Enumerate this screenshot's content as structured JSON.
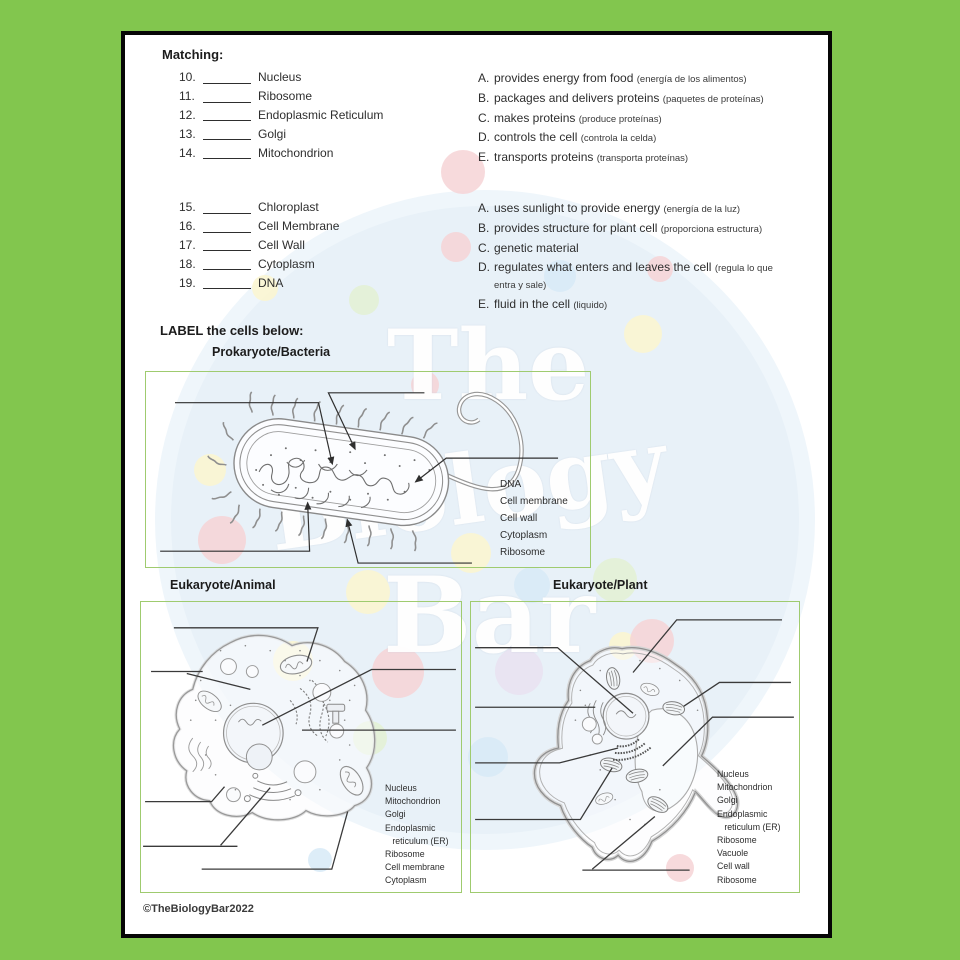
{
  "colors": {
    "background_green": "#82c64e",
    "page_border": "#060606",
    "box_border": "#9fcb6f",
    "text": "#2e2e2e",
    "watermark_circle": "#e8f1f8",
    "watermark_dot_pink": "#f6d3d6",
    "watermark_dot_yellow": "#fbf6cf",
    "watermark_dot_green": "#e3f1d4",
    "watermark_dot_blue": "#d7eaf7",
    "watermark_dot_lavender": "#e9e2f1"
  },
  "watermark": {
    "line1": "The",
    "line2": "Biology",
    "line3": "Bar"
  },
  "matching": {
    "title": "Matching:",
    "block1": {
      "items": [
        {
          "num": "10.",
          "term": "Nucleus"
        },
        {
          "num": "11.",
          "term": "Ribosome"
        },
        {
          "num": "12.",
          "term": "Endoplasmic Reticulum"
        },
        {
          "num": "13.",
          "term": "Golgi"
        },
        {
          "num": "14.",
          "term": "Mitochondrion"
        }
      ],
      "options": [
        {
          "letter": "A.",
          "text": "provides energy from food",
          "spanish": "(energía de los alimentos)"
        },
        {
          "letter": "B.",
          "text": "packages and delivers proteins",
          "spanish": "(paquetes de proteínas)"
        },
        {
          "letter": "C.",
          "text": "makes proteins",
          "spanish": "(produce proteínas)"
        },
        {
          "letter": "D.",
          "text": "controls the cell",
          "spanish": "(controla la celda)"
        },
        {
          "letter": "E.",
          "text": "transports proteins",
          "spanish": "(transporta proteínas)"
        }
      ]
    },
    "block2": {
      "items": [
        {
          "num": "15.",
          "term": "Chloroplast"
        },
        {
          "num": "16.",
          "term": "Cell Membrane"
        },
        {
          "num": "17.",
          "term": "Cell Wall"
        },
        {
          "num": "18.",
          "term": "Cytoplasm"
        },
        {
          "num": "19.",
          "term": "DNA"
        }
      ],
      "options": [
        {
          "letter": "A.",
          "text": "uses sunlight to provide energy",
          "spanish": "(energía de la luz)"
        },
        {
          "letter": "B.",
          "text": "provides structure for plant cell",
          "spanish": "(proporciona estructura)"
        },
        {
          "letter": "C.",
          "text": "genetic material",
          "spanish": ""
        },
        {
          "letter": "D.",
          "text": "regulates what enters and leaves the cell",
          "spanish": "(regula lo que entra y sale)"
        },
        {
          "letter": "E.",
          "text": "fluid in the cell",
          "spanish": "(liquido)"
        }
      ]
    }
  },
  "label_section": {
    "title": "LABEL the cells below:",
    "prokaryote": {
      "title": "Prokaryote/Bacteria",
      "word_bank": "DNA\nCell membrane\nCell wall\nCytoplasm\nRibosome"
    },
    "animal": {
      "title": "Eukaryote/Animal",
      "word_bank": "Nucleus\nMitochondrion\nGolgi\nEndoplasmic\n   reticulum (ER)\nRibosome\nCell membrane\nCytoplasm"
    },
    "plant": {
      "title": "Eukaryote/Plant",
      "word_bank": "Nucleus\nMitochondrion\nGolgi\nEndoplasmic\n   reticulum (ER)\nRibosome\nVacuole\nCell wall\nRibosome"
    }
  },
  "footer": {
    "copyright": "©TheBiologyBar2022"
  }
}
